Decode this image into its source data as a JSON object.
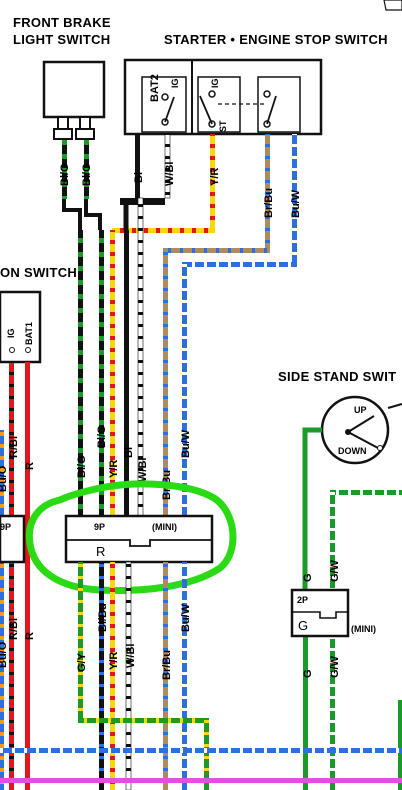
{
  "labels": {
    "front_brake_line1": "FRONT BRAKE",
    "front_brake_line2": "LIGHT SWITCH",
    "starter_engine_stop": "STARTER • ENGINE STOP SWITCH",
    "ignition_switch": "ON SWITCH",
    "side_stand": "SIDE STAND SWIT",
    "up": "UP",
    "down": "DOWN",
    "bat1": "BAT1",
    "ig_left": "IG",
    "bat2": "BAT2",
    "ig_starter": "IG",
    "ig_starter2": "IG",
    "st": "ST",
    "connector_9p": "9P",
    "connector_9p_mini": "(MINI)",
    "connector_9p_r": "R",
    "connector_2p": "2P",
    "connector_2p_g": "G",
    "connector_2p_mini": "(MINI)",
    "connector_left_9p": "9P"
  },
  "wire_labels": {
    "bl_g_1": "Bl/G",
    "bl_g_2": "Bl/G",
    "bl_top": "Bl",
    "w_bl_top": "W/Bl",
    "y_r_top": "Y/R",
    "br_bu_top": "Br/Bu",
    "bu_w_top": "Bu/W",
    "r_bl_left": "R/Bl",
    "r_left": "R",
    "bu_o_left": "Bu/O",
    "bl_g_mid": "Bl/G",
    "y_r_mid": "Y/R",
    "bl_mid": "Bl",
    "w_bl_mid": "W/Bl",
    "br_bu_mid": "Br/Bu",
    "bu_w_mid": "Bu/W",
    "g_y_low": "G/Y",
    "bl_bu_low": "Bl/Bu",
    "y_r_low": "Y/R",
    "w_bl_low": "W/Bl",
    "br_bu_low": "Br/Bu",
    "bu_w_low": "Bu/W",
    "r_bl_low_left": "R/Bl",
    "r_low_left": "R",
    "bu_o_low_left": "Bu/O",
    "g_ss_top": "G",
    "g_w_ss_top": "G/W",
    "g_ss_low": "G",
    "g_w_ss_low": "G/W"
  },
  "colors": {
    "red": "#e8141b",
    "black": "#111111",
    "green": "#1b9a2a",
    "yellow": "#f5d90a",
    "blue": "#2b6fe0",
    "brown": "#b08a5a",
    "pink": "#e44fe0",
    "highlight": "#2adb14"
  }
}
